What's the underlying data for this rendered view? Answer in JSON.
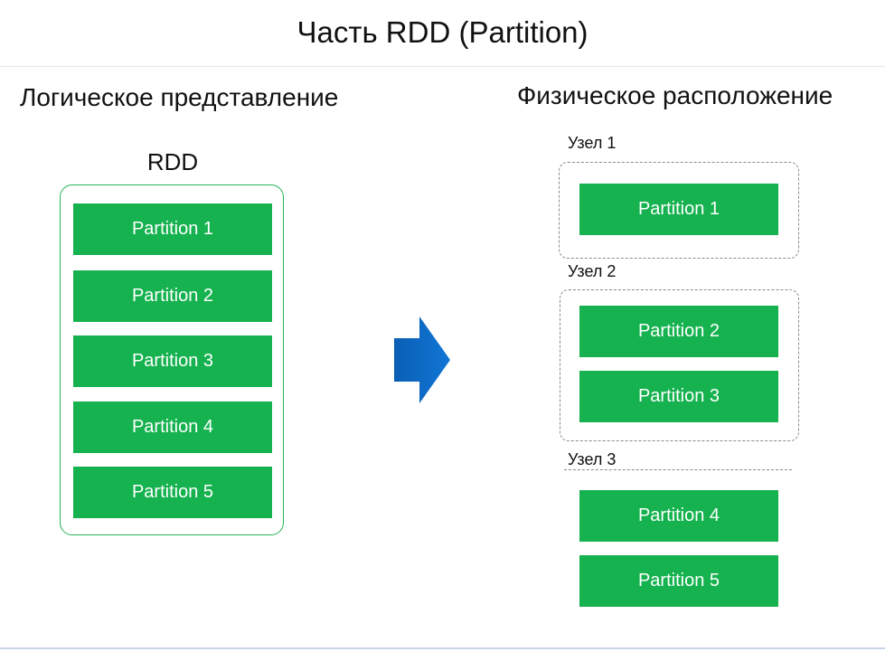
{
  "title": "Часть RDD (Partition)",
  "logical": {
    "heading": "Логическое представление",
    "rdd_label": "RDD",
    "partitions": [
      "Partition 1",
      "Partition 2",
      "Partition 3",
      "Partition 4",
      "Partition 5"
    ]
  },
  "physical": {
    "heading": "Физическое расположение",
    "nodes": [
      {
        "label": "Узел 1",
        "partitions": [
          "Partition 1"
        ]
      },
      {
        "label": "Узел 2",
        "partitions": [
          "Partition 2",
          "Partition 3"
        ]
      },
      {
        "label": "Узел 3",
        "partitions": [
          "Partition 4",
          "Partition 5"
        ]
      }
    ]
  },
  "colors": {
    "partition_fill": "#15b24f",
    "rdd_border": "#27b35a",
    "arrow": "#0a6cc4",
    "node_border": "#8a8a8a"
  },
  "icons": {
    "arrow": "right-arrow-icon"
  }
}
